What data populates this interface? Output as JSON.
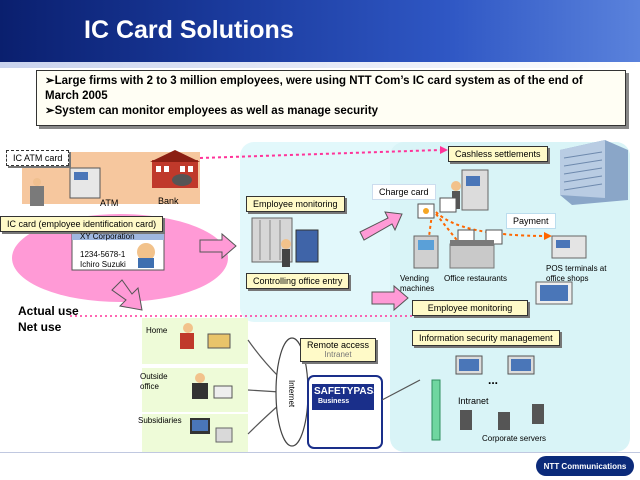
{
  "title": "IC Card Solutions",
  "bullets": [
    "➢Large firms with 2 to 3 million employees, were using NTT Com’s IC card system as of the end of March 2005",
    "➢System can monitor employees as well as manage security"
  ],
  "labels": {
    "ic_atm_card": "IC ATM card",
    "atm": "ATM",
    "bank": "Bank",
    "ic_card": "IC card (employee identification card)",
    "card_company": "XY Corporation",
    "card_number": "1234-5678-1",
    "card_name": "Ichiro Suzuki",
    "actual_use": "Actual use",
    "net_use": "Net use",
    "employee_monitoring_top": "Employee monitoring",
    "controlling_office_entry": "Controlling office entry",
    "cashless_settlements": "Cashless settlements",
    "charge_card": "Charge card",
    "payment": "Payment",
    "vending_machines": "Vending machines",
    "office_restaurants": "Office restaurants",
    "pos_terminals": "POS terminals at office shops",
    "employee_monitoring_bottom": "Employee monitoring",
    "info_security": "Information security management",
    "intranet": "Intranet",
    "corporate_servers": "Corporate servers",
    "home": "Home",
    "outside_office": "Outside office",
    "subsidiaries": "Subsidiaries",
    "remote_access": "Remote access",
    "remote_intranet": "Intranet",
    "internet": "Internet",
    "safetypass": "SAFETYPASS",
    "safetypass_sub": "Business",
    "logo": "NTT Communications"
  },
  "colors": {
    "header": "#1a3a9c",
    "teal_panel": "#e2f8fb",
    "pink": "#ff9ad6",
    "green_panel": "#eefbd8",
    "arrow_pink": "#ff66cc"
  }
}
